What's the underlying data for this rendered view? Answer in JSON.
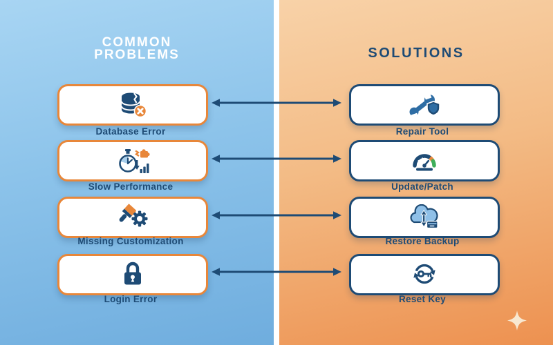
{
  "left_panel": {
    "title_line1": "COMMON",
    "title_line2": "PROBLEMS",
    "bg_top": "#a8d5f3",
    "bg_bottom": "#6fadde",
    "card_border": "#e8873a",
    "items": [
      {
        "label": "Database Error",
        "icon": "database-error-icon"
      },
      {
        "label": "Slow Performance",
        "icon": "slow-performance-icon"
      },
      {
        "label": "Missing Customization",
        "icon": "missing-customization-icon"
      },
      {
        "label": "Login Error",
        "icon": "login-error-icon"
      }
    ]
  },
  "right_panel": {
    "title": "SOLUTIONS",
    "bg_top": "#f8d2a8",
    "bg_bottom": "#ed9150",
    "card_border": "#1e4b75",
    "items": [
      {
        "label": "Repair Tool",
        "icon": "repair-tool-icon"
      },
      {
        "label": "Update/Patch",
        "icon": "update-patch-icon"
      },
      {
        "label": "Restore Backup",
        "icon": "restore-backup-icon"
      },
      {
        "label": "Reset Key",
        "icon": "reset-key-icon"
      }
    ]
  },
  "connections": [
    {
      "from": "Database Error",
      "to": "Repair Tool",
      "style": "double-headed-arrow"
    },
    {
      "from": "Slow Performance",
      "to": "Update/Patch",
      "style": "double-headed-arrow"
    },
    {
      "from": "Missing Customization",
      "to": "Restore Backup",
      "style": "double-headed-arrow"
    },
    {
      "from": "Login Error",
      "to": "Reset Key",
      "style": "double-headed-arrow"
    }
  ],
  "colors": {
    "navy": "#1e4b75",
    "mid_blue": "#2e6da4",
    "light_blue": "#8fc0e8",
    "orange": "#e8873a",
    "green": "#3fae5a",
    "divider": "#ffffff",
    "arrow": "#1e4b75",
    "label_text": "#1e4b75",
    "left_title_text": "#ffffff",
    "right_title_text": "#1e4b75",
    "sparkle": "#f8ecd8"
  },
  "decorations": {
    "bottom_right": "four-point-sparkle"
  }
}
